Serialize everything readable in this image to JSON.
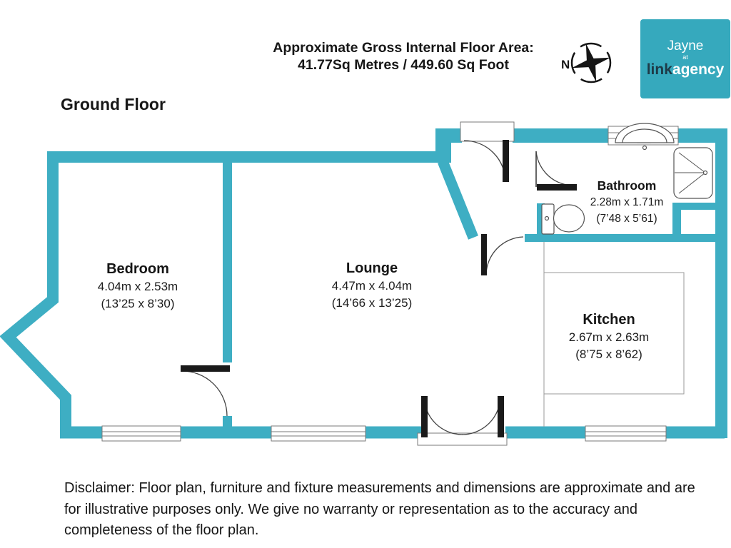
{
  "header": {
    "floor_area_line1": "Approximate Gross Internal Floor Area:",
    "floor_area_line2": "41.77Sq Metres / 449.60 Sq Foot"
  },
  "floor_label": "Ground Floor",
  "compass": {
    "north_label": "N"
  },
  "logo": {
    "line1": "Jayne",
    "line2": "at",
    "brand_bold": "link",
    "brand_light": "agency"
  },
  "rooms": [
    {
      "name": "Bedroom",
      "metric": "4.04m x 2.53m",
      "imperial": "(13’25 x 8’30)"
    },
    {
      "name": "Lounge",
      "metric": "4.47m x 4.04m",
      "imperial": "(14’66 x 13’25)"
    },
    {
      "name": "Bathroom",
      "metric": "2.28m x 1.71m",
      "imperial": "(7’48 x 5’61)"
    },
    {
      "name": "Kitchen",
      "metric": "2.67m x 2.63m",
      "imperial": "(8’75 x 8’62)"
    }
  ],
  "disclaimer": "Disclaimer: Floor plan, furniture and fixture measurements and dimensions are approximate and are for illustrative purposes only. We give no warranty or representation as to the accuracy and completeness of the floor plan.",
  "colors": {
    "wall_teal": "#3EAEC3",
    "logo_teal": "#36A9BD",
    "logo_link_dark": "#1E3A47",
    "door_black": "#1A1A1A"
  }
}
